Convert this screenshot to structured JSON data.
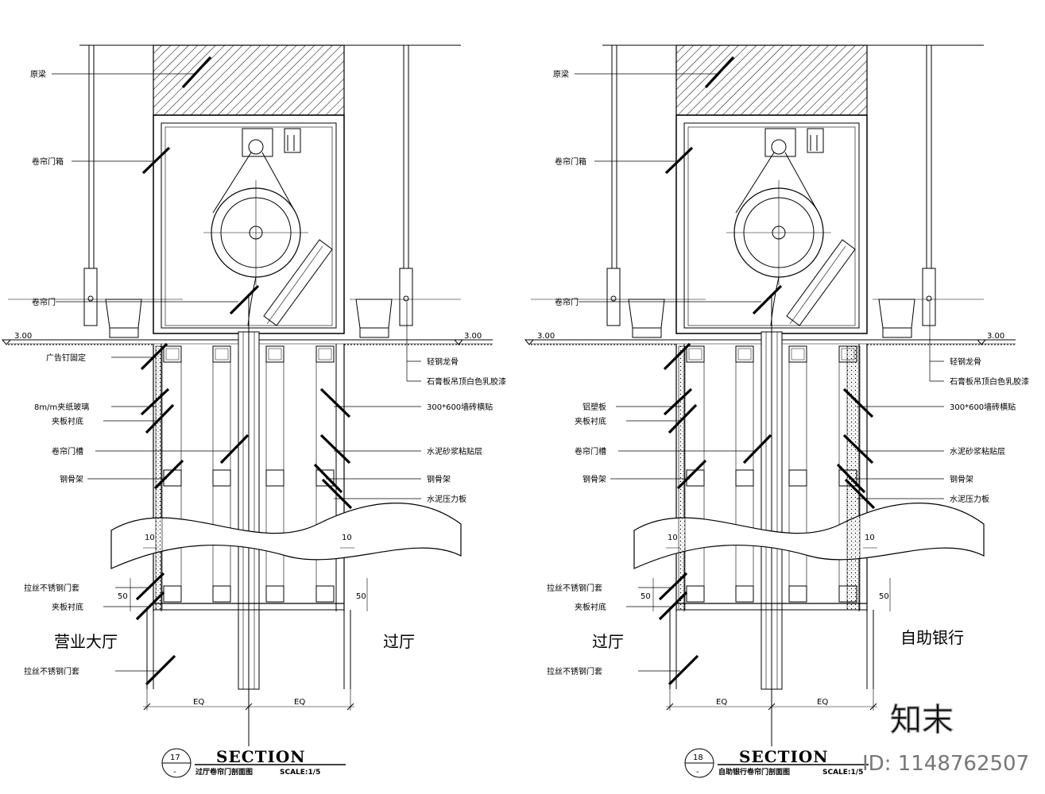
{
  "left": {
    "labels_left": [
      "原梁",
      "卷帘门箱",
      "卷帘门",
      "广告钉固定",
      "8m/m夹纸玻璃",
      "夹板衬底",
      "卷帘门槽",
      "钢骨架",
      "拉丝不锈钢门套",
      "夹板衬底",
      "拉丝不锈钢门套"
    ],
    "labels_right": [
      "轻钢龙骨",
      "石膏板吊顶白色乳胶漆",
      "300*600墙砖横贴",
      "水泥砂浆粘贴层",
      "钢骨架",
      "水泥压力板"
    ],
    "room_left": "营业大厅",
    "room_right": "过厅",
    "level_left": "3.00",
    "level_right": "3.00",
    "dim_eq1": "EQ",
    "dim_eq2": "EQ",
    "dim_10a": "10",
    "dim_10b": "10",
    "dim_50a": "50",
    "dim_50b": "50",
    "number": "17",
    "title": "SECTION",
    "subtitle": "过厅卷帘门剖面图",
    "scale": "SCALE:1/5"
  },
  "right": {
    "labels_left": [
      "原梁",
      "卷帘门箱",
      "卷帘门",
      "铝塑板",
      "夹板衬底",
      "卷帘门槽",
      "钢骨架",
      "拉丝不锈钢门套",
      "夹板衬底",
      "拉丝不锈钢门套"
    ],
    "labels_right": [
      "轻钢龙骨",
      "石膏板吊顶白色乳胶漆",
      "300*600墙砖横贴",
      "水泥砂浆粘贴层",
      "钢骨架",
      "水泥压力板"
    ],
    "room_left": "过厅",
    "room_right": "自助银行",
    "level_left": "3.00",
    "level_right": "3.00",
    "dim_eq1": "EQ",
    "dim_eq2": "EQ",
    "dim_10a": "10",
    "dim_10b": "10",
    "dim_50a": "50",
    "dim_50b": "50",
    "number": "18",
    "title": "SECTION",
    "subtitle": "自助银行卷帘门剖面图",
    "scale": "SCALE:1/5"
  },
  "watermark": {
    "brand": "知末",
    "id": "ID: 1148762507"
  }
}
